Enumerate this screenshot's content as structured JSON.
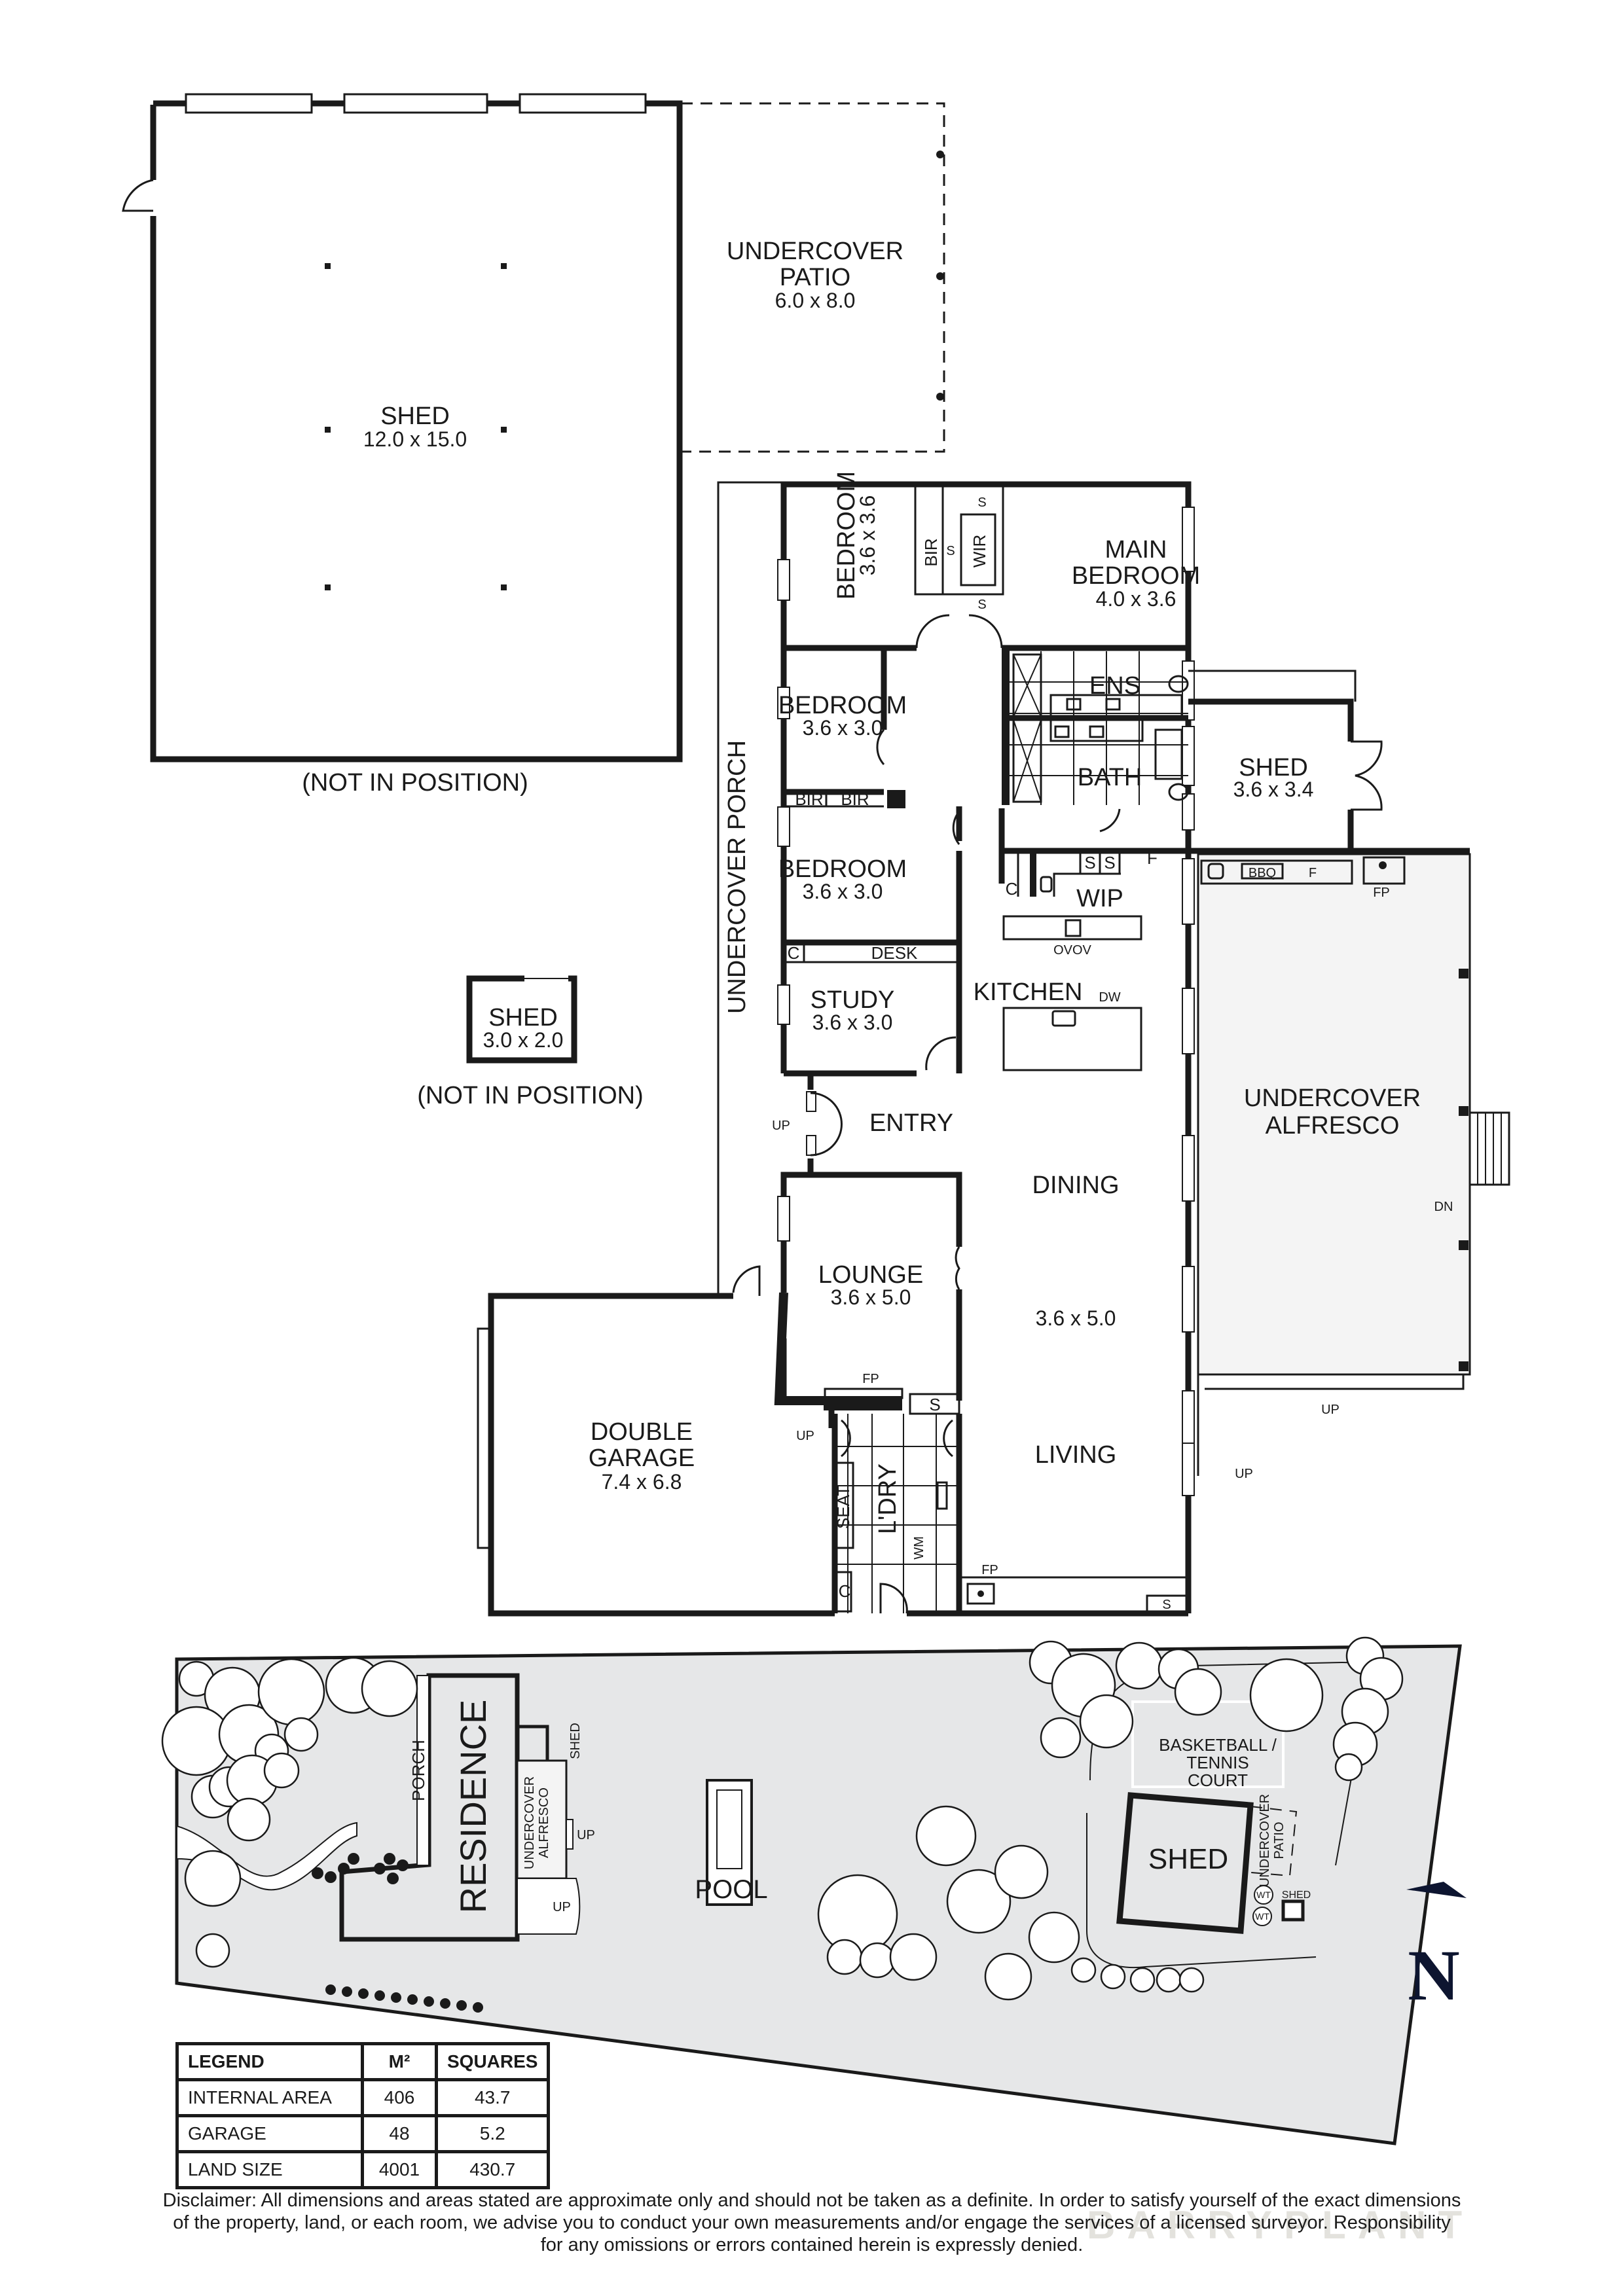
{
  "floorplan": {
    "outbuildings": {
      "large_shed": {
        "name": "SHED",
        "dim": "12.0 x 15.0",
        "note": "(NOT IN POSITION)"
      },
      "undercover_patio": {
        "name_line1": "UNDERCOVER",
        "name_line2": "PATIO",
        "dim": "6.0 x 8.0"
      },
      "small_shed": {
        "name": "SHED",
        "dim": "3.0 x 2.0",
        "note": "(NOT IN POSITION)"
      }
    },
    "rooms": {
      "bedroom1": {
        "name": "BEDROOM",
        "dim": "3.6 x 3.6"
      },
      "bir1": "BIR",
      "wir": "WIR",
      "main_bedroom": {
        "name_line1": "MAIN",
        "name_line2": "BEDROOM",
        "dim": "4.0 x 3.6"
      },
      "ens": "ENS",
      "bath": "BATH",
      "bedroom2": {
        "name": "BEDROOM",
        "dim": "3.6 x 3.0"
      },
      "bir2a": "BIR",
      "bir2b": "BIR",
      "bedroom3": {
        "name": "BEDROOM",
        "dim": "3.6 x 3.0"
      },
      "shed_rear": {
        "name": "SHED",
        "dim": "3.6 x 3.4"
      },
      "desk": "DESK",
      "study": {
        "name": "STUDY",
        "dim": "3.6 x 3.0"
      },
      "kitchen": "KITCHEN",
      "wip": "WIP",
      "entry": "ENTRY",
      "dining": "DINING",
      "dining_living_dim": "3.6 x 5.0",
      "living": "LIVING",
      "lounge": {
        "name": "LOUNGE",
        "dim": "3.6 x 5.0"
      },
      "double_garage": {
        "name_line1": "DOUBLE",
        "name_line2": "GARAGE",
        "dim": "7.4 x 6.8"
      },
      "laundry": "L'DRY",
      "seat": "SEAT",
      "undercover_porch": "UNDERCOVER PORCH",
      "undercover_alfresco": {
        "name_line1": "UNDERCOVER",
        "name_line2": "ALFRESCO"
      }
    },
    "fixtures": {
      "s": "S",
      "c": "C",
      "f": "F",
      "fp": "FP",
      "bbq": "BBQ",
      "dw": "DW",
      "ovov": "OVOV",
      "wm": "WM",
      "up": "UP",
      "dn": "DN"
    }
  },
  "siteplan": {
    "residence": "RESIDENCE",
    "porch": "PORCH",
    "shed_small": "SHED",
    "alfresco_line1": "UNDERCOVER",
    "alfresco_line2": "ALFRESCO",
    "up": "UP",
    "pool": "POOL",
    "court_line1": "BASKETBALL /",
    "court_line2": "TENNIS",
    "court_line3": "COURT",
    "shed_large": "SHED",
    "patio_line1": "UNDERCOVER",
    "patio_line2": "PATIO",
    "wt": "WT",
    "shed_tiny": "SHED",
    "north": "N"
  },
  "legend": {
    "headers": [
      "LEGEND",
      "M²",
      "SQUARES"
    ],
    "rows": [
      {
        "label": "INTERNAL AREA",
        "m2": "406",
        "squares": "43.7"
      },
      {
        "label": "GARAGE",
        "m2": "48",
        "squares": "5.2"
      },
      {
        "label": "LAND SIZE",
        "m2": "4001",
        "squares": "430.7"
      }
    ]
  },
  "disclaimer": {
    "line1": "Disclaimer: All dimensions and areas stated are approximate only and should not be taken as a definite. In order to satisfy yourself of the exact dimensions",
    "line2": "of the property, land, or each room, we advise you to conduct your own measurements and/or engage the services of a licensed surveyor. Responsibility",
    "line3": "for any omissions or errors contained herein is expressly denied."
  },
  "watermark": "BARRYPLANT",
  "colors": {
    "ink": "#1a1a1a",
    "site_fill": "#e6e7e8",
    "alfresco_fill": "#f4f4f4",
    "north_arrow": "#0d1530"
  }
}
